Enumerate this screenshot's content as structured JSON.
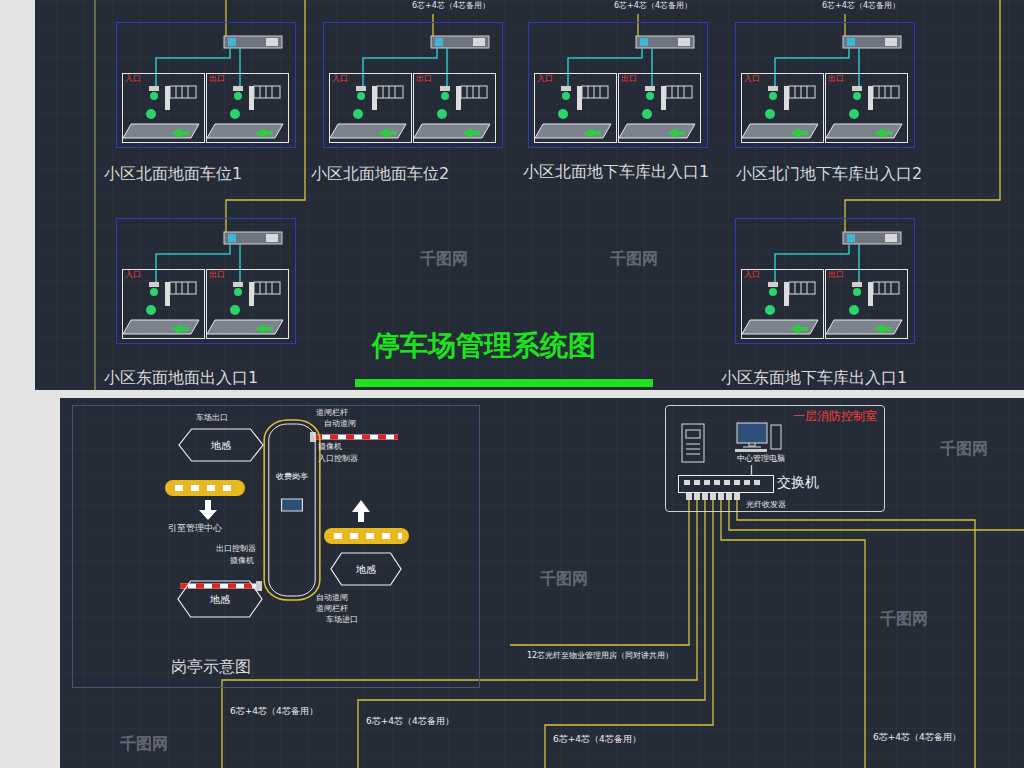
{
  "diagram": {
    "title": "停车场管理系统图",
    "nodes": [
      {
        "text": [
          "小区北面地面车位1"
        ]
      },
      {
        "text": [
          "入口"
        ],
        "in": 0
      },
      {
        "text": [
          "出口"
        ],
        "in": 0
      },
      {
        "text": [
          "小区北面地面车位2"
        ]
      },
      {
        "text": [
          "入口"
        ],
        "in": 3
      },
      {
        "text": [
          "出口"
        ],
        "in": 3
      },
      {
        "text": [
          "小区北面地下车库出入口1"
        ]
      },
      {
        "text": [
          "入口"
        ],
        "in": 6
      },
      {
        "text": [
          "出口"
        ],
        "in": 6
      },
      {
        "text": [
          "小区北门地下车库出入口2"
        ]
      },
      {
        "text": [
          "入口"
        ],
        "in": 9
      },
      {
        "text": [
          "出口"
        ],
        "in": 9
      },
      {
        "text": [
          "小区东面地面出入口1"
        ]
      },
      {
        "text": [
          "入口"
        ],
        "in": 12
      },
      {
        "text": [
          "出口"
        ],
        "in": 12
      },
      {
        "text": [
          "小区东面地下车库出入口1"
        ]
      },
      {
        "text": [
          "入口"
        ],
        "in": 15
      },
      {
        "text": [
          "出口"
        ],
        "in": 15
      },
      {
        "text": [
          "岗亭示意图"
        ]
      },
      {
        "text": [
          "地感"
        ],
        "in": 18
      },
      {
        "text": [
          "收费岗亭"
        ],
        "in": 18
      },
      {
        "text": [
          "地感"
        ],
        "in": 18
      },
      {
        "text": [
          "地感"
        ],
        "in": 18
      },
      {
        "text": [
          "一层消防控制室"
        ]
      },
      {
        "text": [
          "中心管理电脑"
        ],
        "in": 23
      },
      {
        "text": [
          "交换机"
        ],
        "in": 23
      }
    ],
    "edges": [
      {
        "from": 24,
        "to": 25,
        "arrow": "none"
      }
    ],
    "labels": [
      "6芯+4芯（4芯备用）",
      "6芯+4芯（4芯备用）",
      "6芯+4芯（4芯备用）",
      "车场出口",
      "道闸栏杆",
      "自动道闸",
      "摄像机",
      "入口控制器",
      "引至管理中心",
      "出口控制器",
      "摄像机",
      "自动道闸",
      "道闸栏杆",
      "车场进口",
      "光纤收发器",
      "12芯光纤至物业管理用房（同对讲共用）",
      "6芯+4芯（4芯备用）",
      "6芯+4芯（4芯备用）",
      "6芯+4芯（4芯备用）",
      "6芯+4芯（4芯备用）",
      "千图网",
      "千图网",
      "千图网",
      "千图网",
      "千图网",
      "千图网"
    ]
  }
}
